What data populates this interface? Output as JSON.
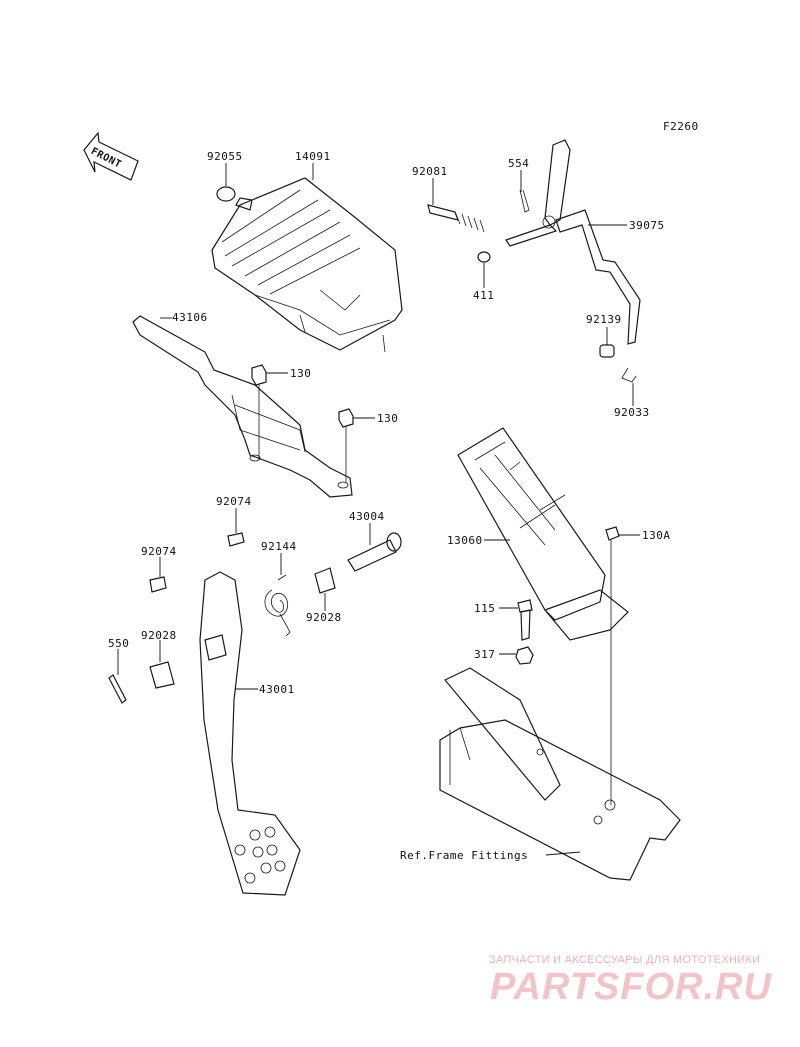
{
  "figure_code": "F2260",
  "front_label": "FRONT",
  "reference_label": "Ref.Frame Fittings",
  "watermark": {
    "line1": "ЗАПЧАСТИ И АКСЕССУАРЫ ДЛЯ МОТОТЕХНИКИ",
    "line2": "PARTSFOR.RU"
  },
  "parts": {
    "p92055": "92055",
    "p14091": "14091",
    "p92081": "92081",
    "p554": "554",
    "p39075": "39075",
    "p411": "411",
    "p43106": "43106",
    "p130a": "130",
    "p130b": "130",
    "p92139": "92139",
    "p92033": "92033",
    "p92074a": "92074",
    "p43004": "43004",
    "p13060": "13060",
    "p130A": "130A",
    "p92074b": "92074",
    "p92144": "92144",
    "p92028a": "92028",
    "p115": "115",
    "p550": "550",
    "p92028b": "92028",
    "p317": "317",
    "p43001": "43001"
  }
}
